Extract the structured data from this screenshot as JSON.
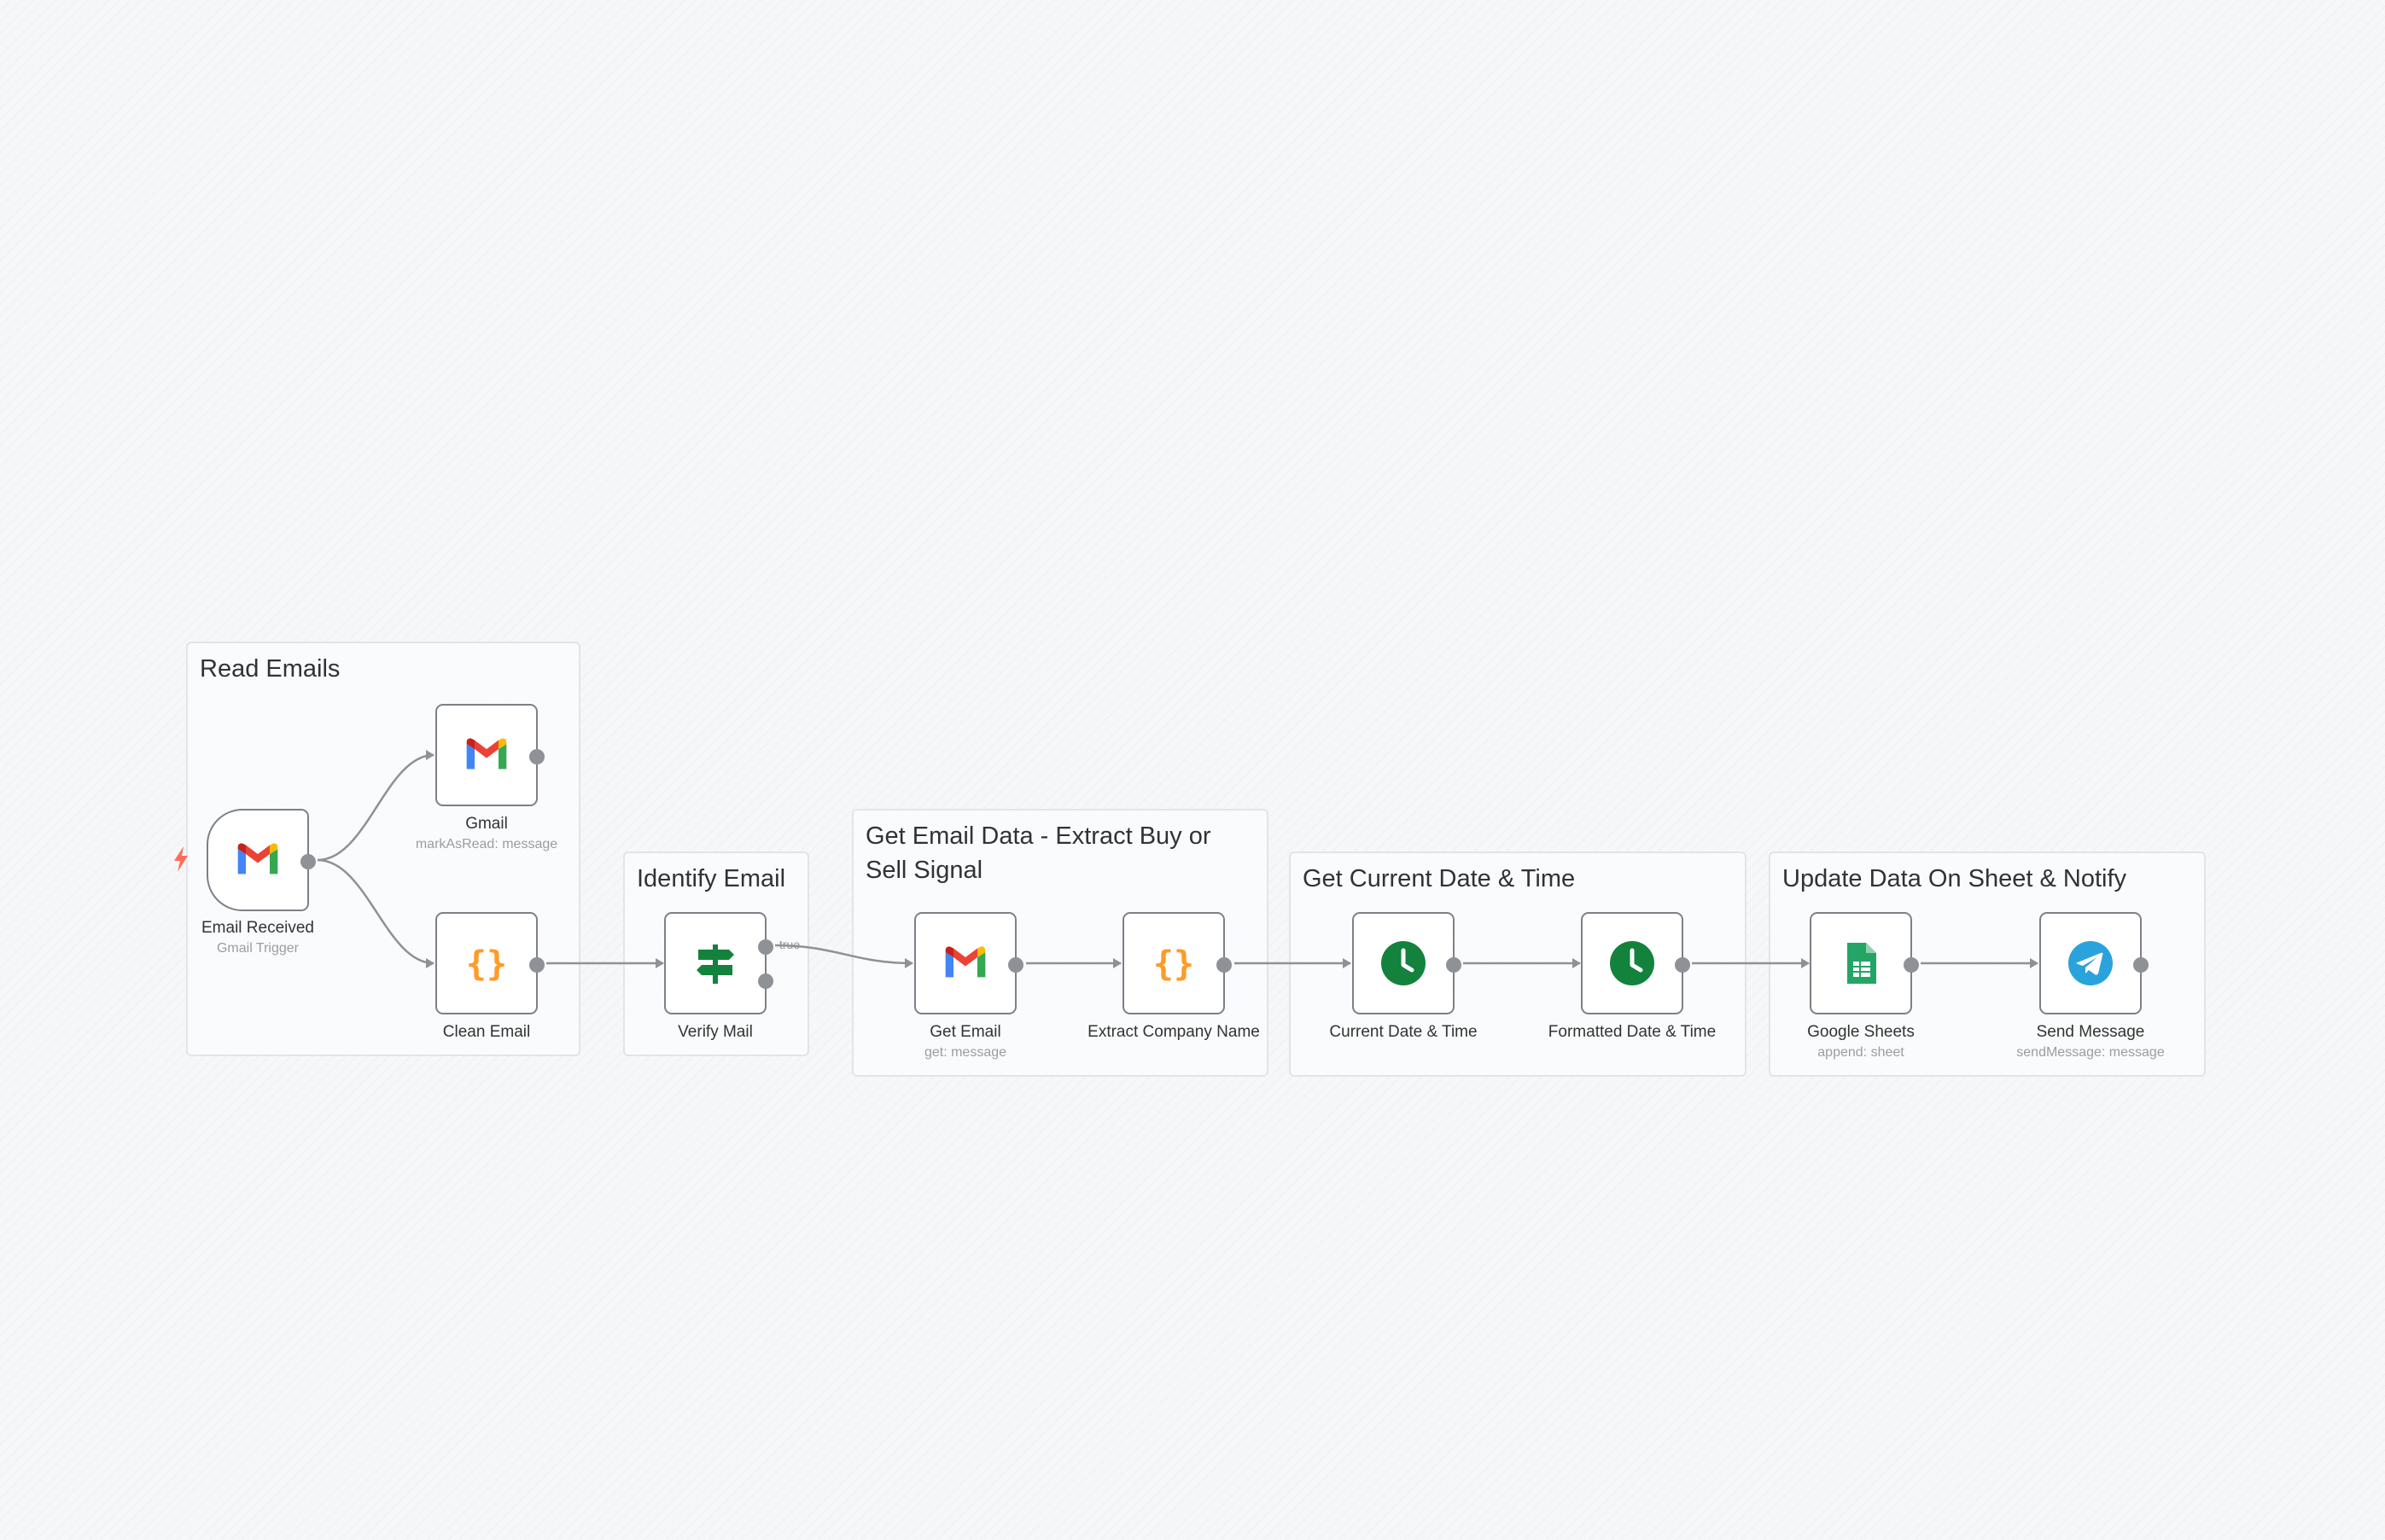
{
  "groups": [
    {
      "id": "read-emails",
      "title": "Read Emails"
    },
    {
      "id": "identify-email",
      "title": "Identify Email"
    },
    {
      "id": "get-email-data",
      "title": "Get Email Data - Extract Buy or Sell Signal"
    },
    {
      "id": "get-current-date",
      "title": "Get Current Date & Time"
    },
    {
      "id": "update-data",
      "title": "Update Data On Sheet & Notify"
    }
  ],
  "nodes": [
    {
      "id": "email-received",
      "label": "Email Received",
      "sub": "Gmail Trigger",
      "icon": "gmail-icon"
    },
    {
      "id": "gmail",
      "label": "Gmail",
      "sub": "markAsRead: message",
      "icon": "gmail-icon"
    },
    {
      "id": "clean-email",
      "label": "Clean Email",
      "sub": "",
      "icon": "code-braces-icon"
    },
    {
      "id": "verify-mail",
      "label": "Verify Mail",
      "sub": "",
      "icon": "signpost-icon"
    },
    {
      "id": "get-email",
      "label": "Get Email",
      "sub": "get: message",
      "icon": "gmail-icon"
    },
    {
      "id": "extract-company",
      "label": "Extract Company Name",
      "sub": "",
      "icon": "code-braces-icon"
    },
    {
      "id": "current-date",
      "label": "Current Date & Time",
      "sub": "",
      "icon": "clock-icon"
    },
    {
      "id": "formatted-date",
      "label": "Formatted Date & Time",
      "sub": "",
      "icon": "clock-icon"
    },
    {
      "id": "google-sheets",
      "label": "Google Sheets",
      "sub": "append: sheet",
      "icon": "google-sheets-icon"
    },
    {
      "id": "send-message",
      "label": "Send Message",
      "sub": "sendMessage: message",
      "icon": "telegram-icon"
    }
  ],
  "connections": {
    "if_true_label": "true"
  },
  "colors": {
    "background": "#f6f7f9",
    "node_border": "#7d8086",
    "edge": "#8e9196",
    "trigger_bolt": "#ff6d5a",
    "gmail_red": "#ea4335",
    "code_orange": "#ff9b26",
    "clock_green": "#13823c",
    "sheets_green": "#23a566",
    "telegram_blue": "#2aa3dc",
    "signpost_green": "#13823c"
  }
}
